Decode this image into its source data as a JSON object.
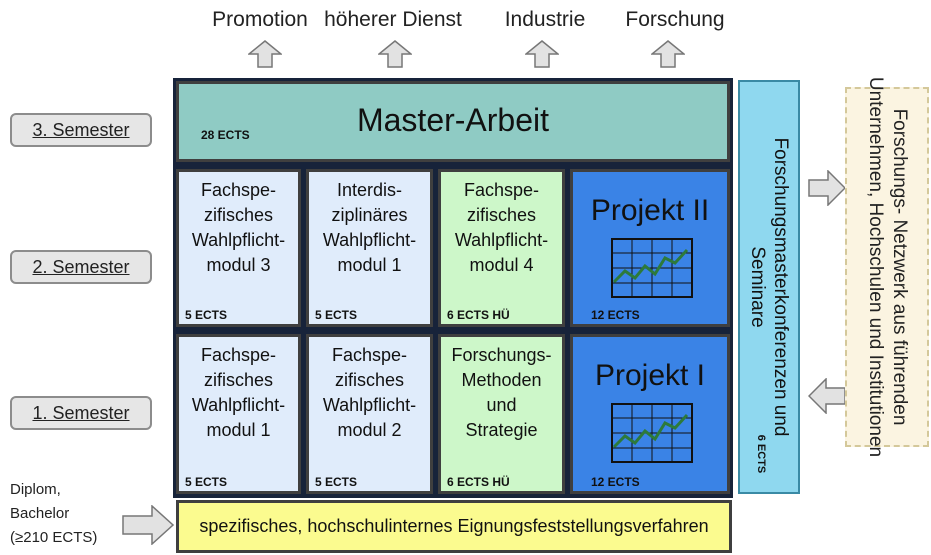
{
  "careers": [
    "Promotion",
    "höherer Dienst",
    "Industrie",
    "Forschung"
  ],
  "semesters": {
    "third": "3. Semester",
    "second": "2. Semester",
    "first": "1. Semester"
  },
  "master": {
    "title": "Master-Arbeit",
    "ects": "28 ECTS"
  },
  "sem2": {
    "m1": {
      "l1": "Fachspe-",
      "l2": "zifisches",
      "l3": "Wahlpflicht-",
      "l4": "modul 3",
      "ects": "5 ECTS"
    },
    "m2": {
      "l1": "Interdis-",
      "l2": "ziplinäres",
      "l3": "Wahlpflicht-",
      "l4": "modul 1",
      "ects": "5 ECTS"
    },
    "m3": {
      "l1": "Fachspe-",
      "l2": "zifisches",
      "l3": "Wahlpflicht-",
      "l4": "modul 4",
      "ects": "6 ECTS HÜ"
    },
    "p": {
      "title": "Projekt II",
      "ects": "12 ECTS"
    }
  },
  "sem1": {
    "m1": {
      "l1": "Fachspe-",
      "l2": "zifisches",
      "l3": "Wahlpflicht-",
      "l4": "modul 1",
      "ects": "5 ECTS"
    },
    "m2": {
      "l1": "Fachspe-",
      "l2": "zifisches",
      "l3": "Wahlpflicht-",
      "l4": "modul 2",
      "ects": "5 ECTS"
    },
    "m3": {
      "l1": "Forschungs-",
      "l2": "Methoden",
      "l3": "und",
      "l4": "Strategie",
      "ects": "6 ECTS HÜ"
    },
    "p": {
      "title": "Projekt I",
      "ects": "12 ECTS"
    }
  },
  "research_seminar": {
    "text": "Forschungsmasterkonferenzen und Seminare",
    "ects": "6 ECTS"
  },
  "network": {
    "text": "Forschungs- Netzwerk aus führenden Unternehmen, Hochschulen und Institutionen"
  },
  "admission": {
    "text": "spezifisches, hochschulinternes Eignungsfeststellungsverfahren"
  },
  "prerequisite": {
    "l1": "Diplom,",
    "l2": "Bachelor",
    "l3": "(≥210 ECTS)"
  },
  "colors": {
    "master": "#8fcbc4",
    "module_blue": "#e0ecfb",
    "module_green": "#cdf7c9",
    "project": "#3a83e6",
    "seminar": "#8fd8ef",
    "admission": "#fbfb8f",
    "frame": "#17233a",
    "graph_line": "#2d7a3a"
  },
  "icons": {
    "career_arrow": "hollow-up-arrow",
    "flow_arrow": "hollow-right-arrow",
    "return_arrow": "hollow-left-arrow",
    "project_chart": "line-chart-icon"
  }
}
